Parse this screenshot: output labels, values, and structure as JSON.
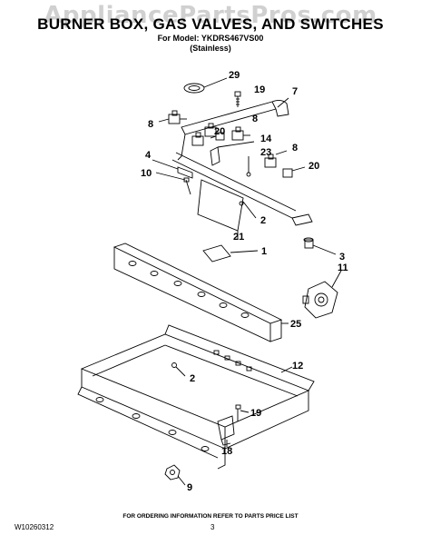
{
  "watermark": "AppliancePartsPros.com",
  "title": "BURNER BOX, GAS VALVES, AND SWITCHES",
  "model_line": "For Model: YKDRS467VS00",
  "finish_line": "(Stainless)",
  "footer": {
    "note": "FOR ORDERING INFORMATION REFER TO PARTS PRICE LIST",
    "doc_number": "W10260312",
    "page_number": "3"
  },
  "callouts": {
    "c29": "29",
    "c19a": "19",
    "c7": "7",
    "c8a": "8",
    "c8b": "8",
    "c20a": "20",
    "c14": "14",
    "c23": "23",
    "c8c": "8",
    "c4": "4",
    "c20b": "20",
    "c10": "10",
    "c2a": "2",
    "c21": "21",
    "c1": "1",
    "c3": "3",
    "c11": "11",
    "c25": "25",
    "c12": "12",
    "c2b": "2",
    "c19b": "19",
    "c18": "18",
    "c9": "9"
  }
}
